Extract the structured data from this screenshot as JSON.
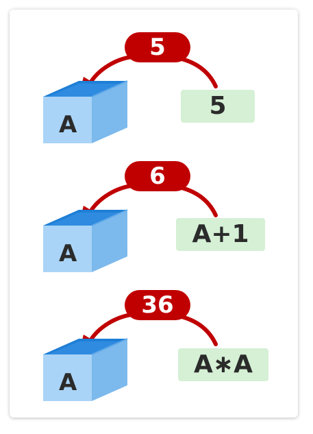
{
  "colors": {
    "pill": "#c00000",
    "arrow": "#c00000",
    "value_box": "#d5f0d5",
    "box_front": "#a9d4f7",
    "box_side": "#7cb9ec",
    "box_inner": "#1e7fd6",
    "box_inner_light": "#4a9ce6"
  },
  "rows": [
    {
      "pill": "5",
      "box_label": "A",
      "value": "5"
    },
    {
      "pill": "6",
      "box_label": "A",
      "value": "A+1"
    },
    {
      "pill": "36",
      "box_label": "A",
      "value": "A∗A"
    }
  ]
}
